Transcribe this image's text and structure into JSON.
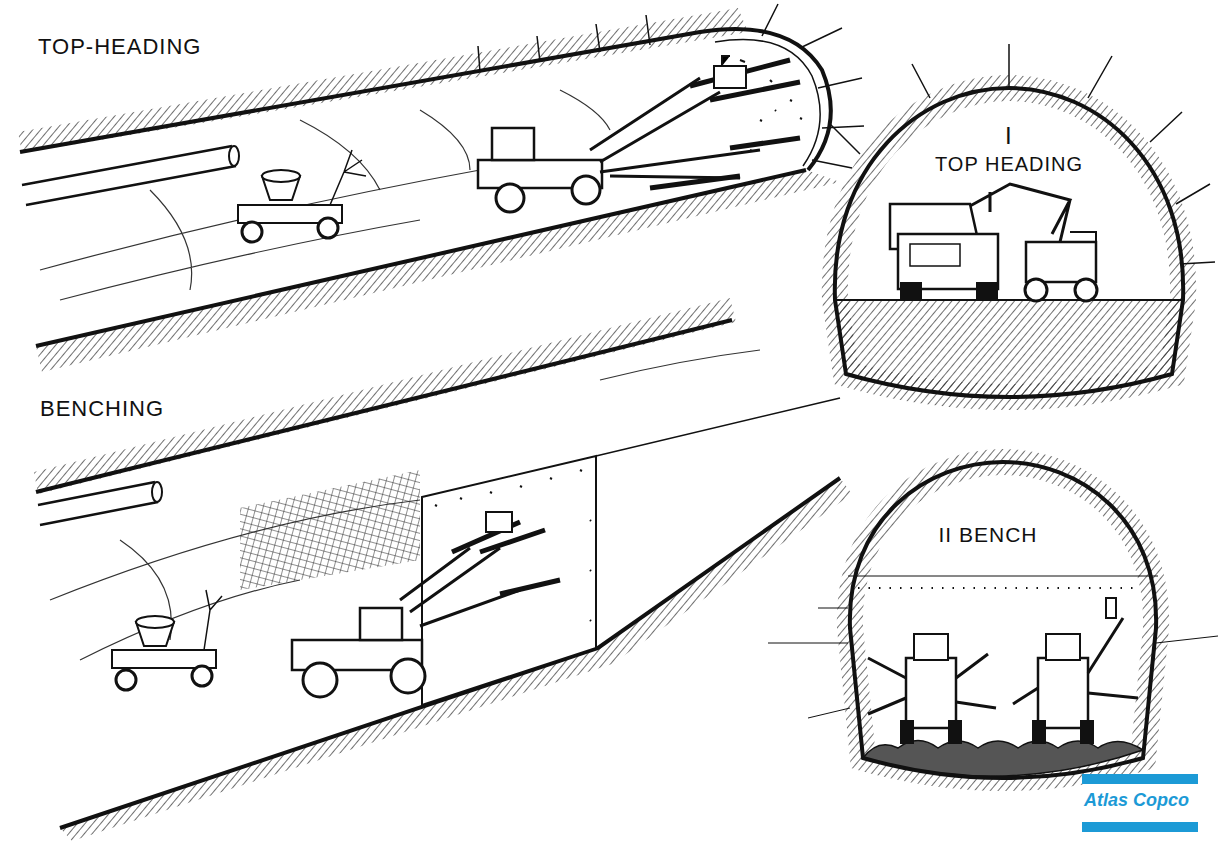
{
  "diagram": {
    "nodes": [
      {
        "text": [
          "I",
          "TOP HEADING"
        ]
      },
      {
        "text": [
          "II BENCH"
        ]
      }
    ],
    "labels": [
      "TOP-HEADING",
      "BENCHING",
      "Atlas Copco"
    ]
  }
}
